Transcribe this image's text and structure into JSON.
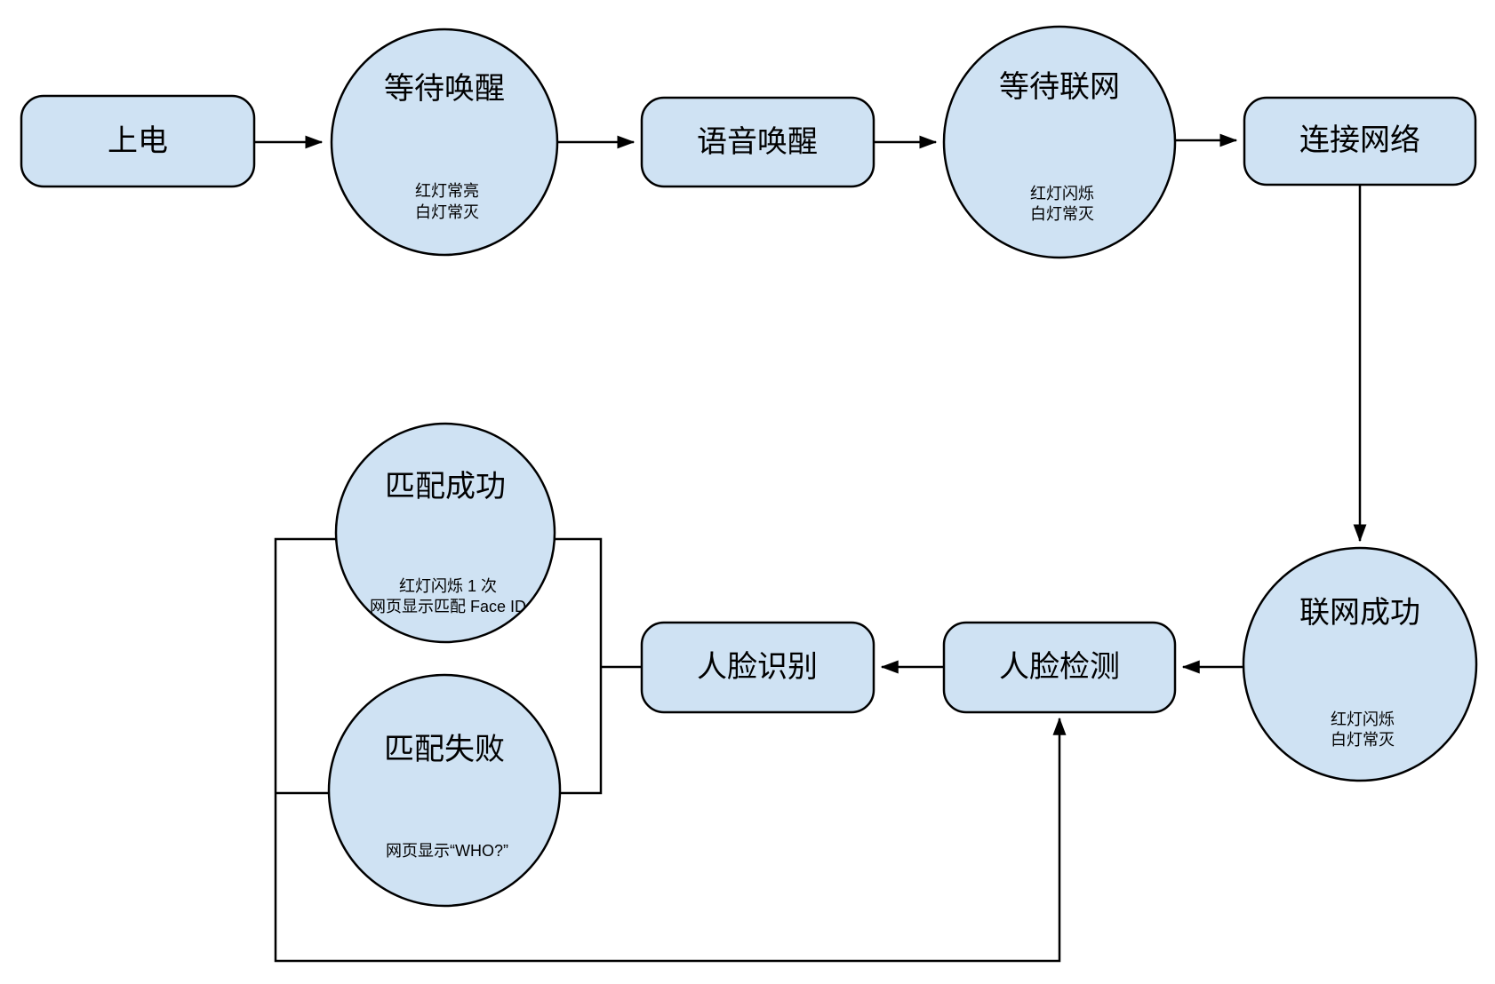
{
  "diagram": {
    "type": "flowchart",
    "language": "zh-CN",
    "colors": {
      "node_fill": "#cfe2f3",
      "node_stroke": "#000000",
      "edge_line": "#000000",
      "background": "#ffffff",
      "text": "#000000"
    },
    "nodes": {
      "power_on": {
        "shape": "rounded-rect",
        "label": "上电"
      },
      "wait_wake": {
        "shape": "circle",
        "label": "等待唤醒",
        "notes": [
          "红灯常亮",
          "白灯常灭"
        ]
      },
      "voice_wake": {
        "shape": "rounded-rect",
        "label": "语音唤醒"
      },
      "wait_network": {
        "shape": "circle",
        "label": "等待联网",
        "notes": [
          "红灯闪烁",
          "白灯常灭"
        ]
      },
      "connect_network": {
        "shape": "rounded-rect",
        "label": "连接网络"
      },
      "network_success": {
        "shape": "circle",
        "label": "联网成功",
        "notes": [
          "红灯闪烁",
          "白灯常灭"
        ]
      },
      "face_detect": {
        "shape": "rounded-rect",
        "label": "人脸检测"
      },
      "face_recognize": {
        "shape": "rounded-rect",
        "label": "人脸识别"
      },
      "match_success": {
        "shape": "circle",
        "label": "匹配成功",
        "notes": [
          "红灯闪烁 1 次",
          "网页显示匹配 Face ID"
        ]
      },
      "match_fail": {
        "shape": "circle",
        "label": "匹配失败",
        "notes": [
          "网页显示“WHO?”"
        ]
      }
    },
    "edges": [
      {
        "from": "power_on",
        "to": "wait_wake",
        "arrow": true
      },
      {
        "from": "wait_wake",
        "to": "voice_wake",
        "arrow": true
      },
      {
        "from": "voice_wake",
        "to": "wait_network",
        "arrow": true
      },
      {
        "from": "wait_network",
        "to": "connect_network",
        "arrow": true
      },
      {
        "from": "connect_network",
        "to": "network_success",
        "arrow": true
      },
      {
        "from": "network_success",
        "to": "face_detect",
        "arrow": true
      },
      {
        "from": "face_detect",
        "to": "face_recognize",
        "arrow": true
      },
      {
        "from": "face_recognize",
        "to": "match_success",
        "arrow": false
      },
      {
        "from": "face_recognize",
        "to": "match_fail",
        "arrow": false
      },
      {
        "from": "match_success",
        "to": "face_detect",
        "arrow": true
      },
      {
        "from": "match_fail",
        "to": "face_detect",
        "arrow": true
      }
    ]
  }
}
